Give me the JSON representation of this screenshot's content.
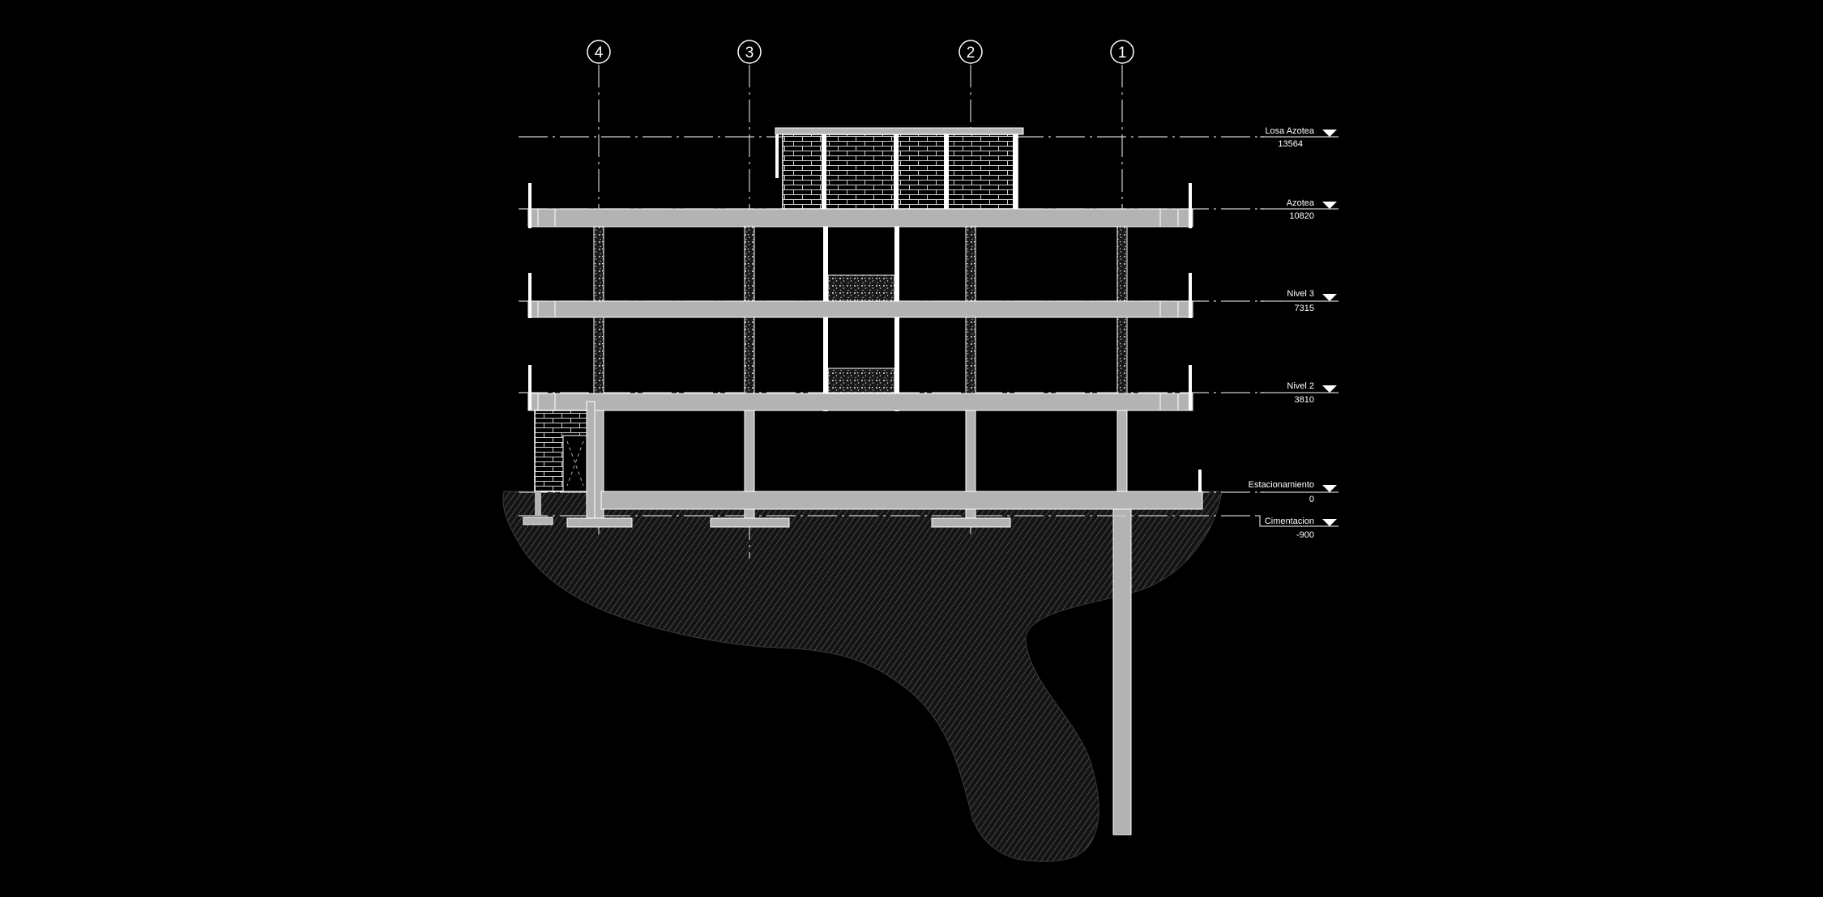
{
  "drawing": {
    "background": "#000000",
    "line_color": "#ffffff",
    "slab_color": "#b3b3b3",
    "ground_hatch_color": "#5a5a5a"
  },
  "axes": [
    {
      "id": "4",
      "label": "4"
    },
    {
      "id": "3",
      "label": "3"
    },
    {
      "id": "2",
      "label": "2"
    },
    {
      "id": "1",
      "label": "1"
    }
  ],
  "levels": [
    {
      "id": "losa-azotea",
      "name": "Losa Azotea",
      "value": "13564"
    },
    {
      "id": "azotea",
      "name": "Azotea",
      "value": "10820"
    },
    {
      "id": "nivel-3",
      "name": "Nivel 3",
      "value": "7315"
    },
    {
      "id": "nivel-2",
      "name": "Nivel 2",
      "value": "3810"
    },
    {
      "id": "estacionamiento",
      "name": "Estacionamiento",
      "value": "0"
    },
    {
      "id": "cimentacion",
      "name": "Cimentacion",
      "value": "-900"
    }
  ]
}
